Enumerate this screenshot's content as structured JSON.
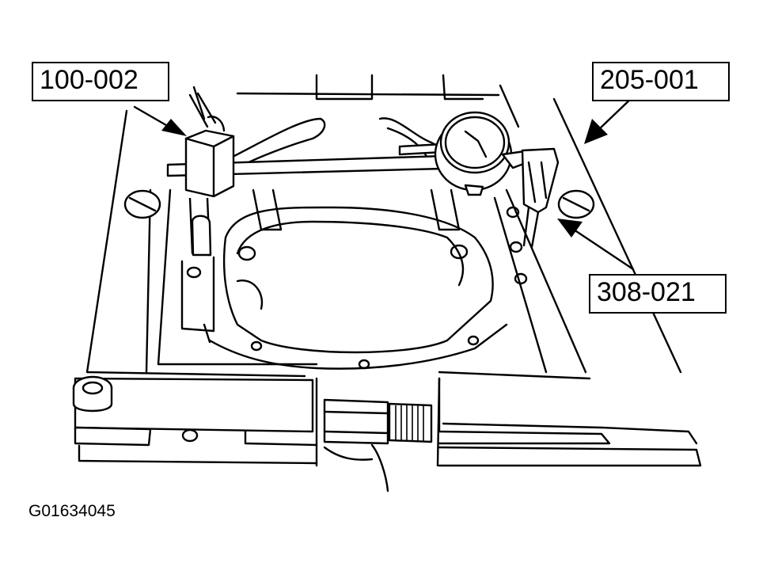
{
  "callouts": [
    {
      "id": "label-100-002",
      "text": "100-002"
    },
    {
      "id": "label-205-001",
      "text": "205-001"
    },
    {
      "id": "label-308-021",
      "text": "308-021"
    }
  ],
  "figure_id": "G01634045"
}
